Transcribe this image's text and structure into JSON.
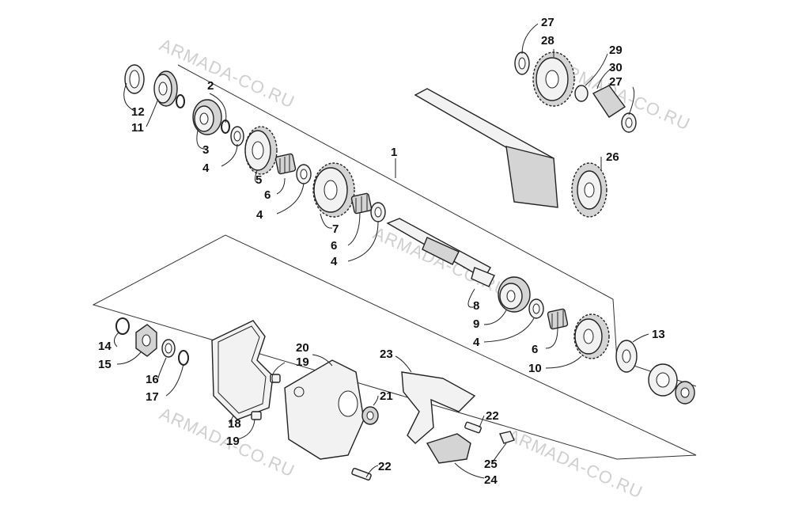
{
  "watermark": {
    "text": "ARMADA-CO.RU"
  },
  "callouts": {
    "n1": "1",
    "n2": "2",
    "n3": "3",
    "n4a": "4",
    "n4b": "4",
    "n4c": "4",
    "n4d": "4",
    "n5": "5",
    "n6a": "6",
    "n6b": "6",
    "n6c": "6",
    "n7": "7",
    "n8": "8",
    "n9": "9",
    "n10": "10",
    "n11": "11",
    "n12": "12",
    "n13": "13",
    "n14": "14",
    "n15": "15",
    "n16": "16",
    "n17": "17",
    "n18": "18",
    "n19a": "19",
    "n19b": "19",
    "n20": "20",
    "n21": "21",
    "n22a": "22",
    "n22b": "22",
    "n23": "23",
    "n24": "24",
    "n25": "25",
    "n26": "26",
    "n27a": "27",
    "n27b": "27",
    "n28": "28",
    "n29": "29",
    "n30": "30"
  }
}
